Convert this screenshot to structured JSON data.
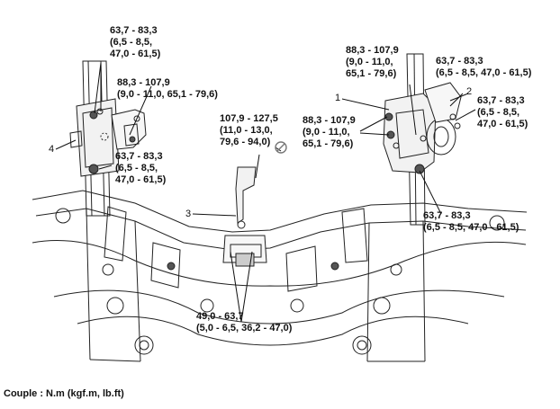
{
  "torques": {
    "t1": "63,7 - 83,3\n(6,5 - 8,5,\n47,0 - 61,5)",
    "t2": "88,3 - 107,9\n(9,0 - 11,0, 65,1 - 79,6)",
    "t3": "63,7 - 83,3\n(6,5 - 8,5,\n47,0 - 61,5)",
    "t4": "107,9 - 127,5\n(11,0 - 13,0,\n79,6 - 94,0)",
    "t5": "88,3 - 107,9\n(9,0 - 11,0,\n65,1 - 79,6)",
    "t6": "63,7 - 83,3\n(6,5 - 8,5, 47,0 - 61,5)",
    "t7": "88,3 - 107,9\n(9,0 - 11,0,\n65,1 - 79,6)",
    "t8": "63,7 - 83,3\n(6,5 - 8,5,\n47,0 - 61,5)",
    "t9": "63,7 - 83,3\n(6,5 - 8,5, 47,0 - 61,5)",
    "t10": "49,0 - 63,7\n(5,0 - 6,5, 36,2 - 47,0)"
  },
  "callouts": {
    "c1": "1",
    "c2": "2",
    "c3": "3",
    "c4": "4"
  },
  "footer": "Couple : N.m (kgf.m, lb.ft)"
}
